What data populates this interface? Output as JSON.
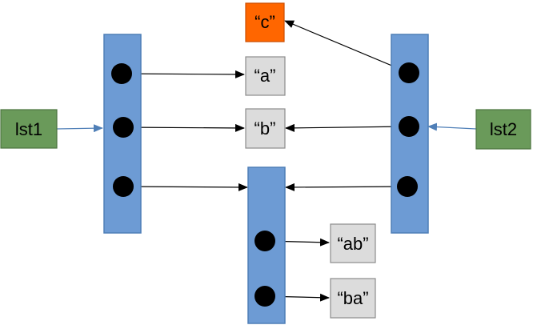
{
  "colors": {
    "list_fill": "#6d9bd4",
    "list_stroke": "#4f7fb7",
    "var_fill": "#6a9a5a",
    "var_stroke": "#4c7440",
    "str_fill": "#dcdcdc",
    "str_stroke": "#8c8c8c",
    "highlight_fill": "#ff6600",
    "highlight_stroke": "#cc4e00",
    "pointer_dot": "#000000",
    "arrow": "#000000",
    "var_arrow": "#4f7fb7"
  },
  "variables": [
    {
      "id": "lst1",
      "label": "lst1"
    },
    {
      "id": "lst2",
      "label": "lst2"
    }
  ],
  "strings": [
    {
      "id": "c",
      "label": "“c”",
      "highlight": true
    },
    {
      "id": "a",
      "label": "“a”",
      "highlight": false
    },
    {
      "id": "b",
      "label": "“b”",
      "highlight": false
    },
    {
      "id": "ab",
      "label": "“ab”",
      "highlight": false
    },
    {
      "id": "ba",
      "label": "“ba”",
      "highlight": false
    }
  ],
  "lists": [
    {
      "id": "list1",
      "slots": 3
    },
    {
      "id": "list2",
      "slots": 3
    },
    {
      "id": "inner",
      "slots": 2
    }
  ]
}
